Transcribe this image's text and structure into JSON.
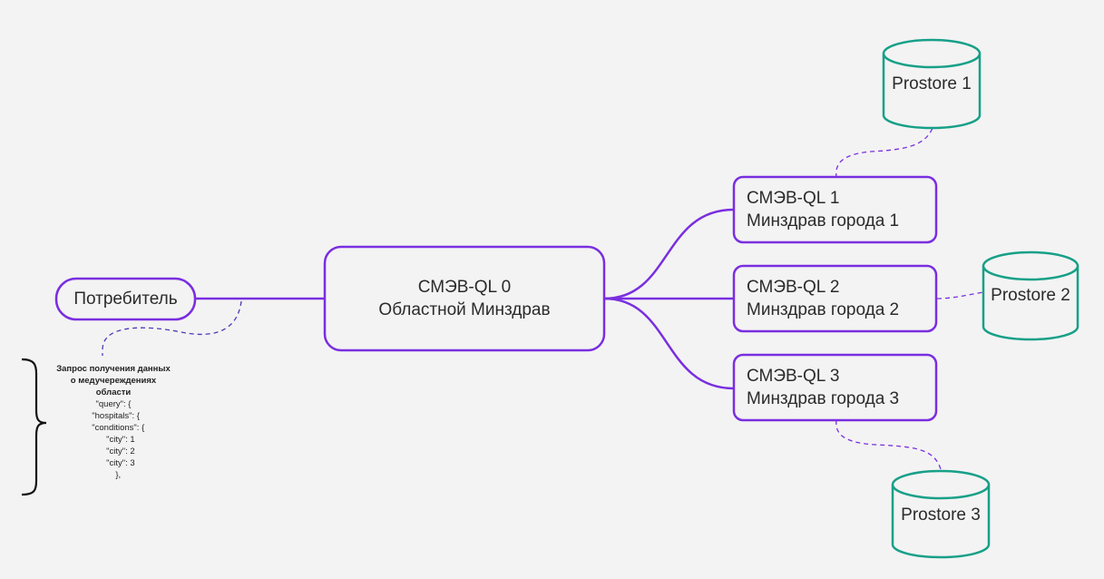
{
  "colors": {
    "purple": "#7a2ee0",
    "teal": "#17a088",
    "background": "#f3f3f3",
    "text": "#2b2b2b"
  },
  "consumer": {
    "label": "Потребитель"
  },
  "smev_central": {
    "line1": "СМЭВ-QL 0",
    "line2": "Областной Минздрав"
  },
  "smev_nodes": [
    {
      "line1": "СМЭВ-QL 1",
      "line2": "Минздрав города 1"
    },
    {
      "line1": "СМЭВ-QL 2",
      "line2": "Минздрав города 2"
    },
    {
      "line1": "СМЭВ-QL 3",
      "line2": "Минздрав города 3"
    }
  ],
  "databases": [
    {
      "label": "Prostore 1"
    },
    {
      "label": "Prostore 2"
    },
    {
      "label": "Prostore 3"
    }
  ],
  "note": {
    "title_lines": [
      "Запрос получения данных",
      "о медучереждениях",
      "области"
    ],
    "code_lines": [
      "\"query\": {",
      "  \"hospitals\": {",
      "    \"conditions\": {",
      "      \"city\": 1",
      "      \"city\": 2",
      "      \"city\": 3",
      "    },"
    ]
  }
}
